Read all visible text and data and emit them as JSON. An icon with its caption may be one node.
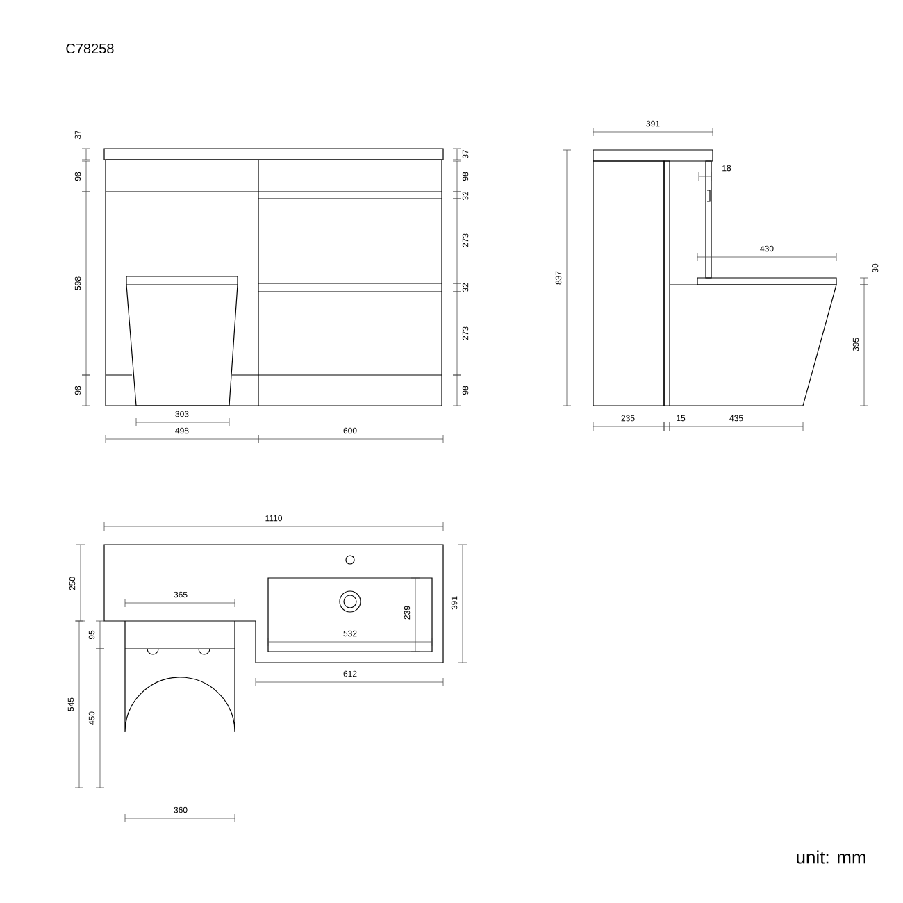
{
  "diagram": {
    "title": "C78258",
    "caption": "unit: mm",
    "labels": [
      "37",
      "98",
      "598",
      "98",
      "37",
      "98",
      "32",
      "273",
      "32",
      "273",
      "98",
      "303",
      "498",
      "600",
      "391",
      "18",
      "837",
      "430",
      "30",
      "395",
      "235",
      "15",
      "435",
      "1110",
      "250",
      "391",
      "365",
      "239",
      "532",
      "95",
      "612",
      "545",
      "450",
      "360"
    ]
  }
}
